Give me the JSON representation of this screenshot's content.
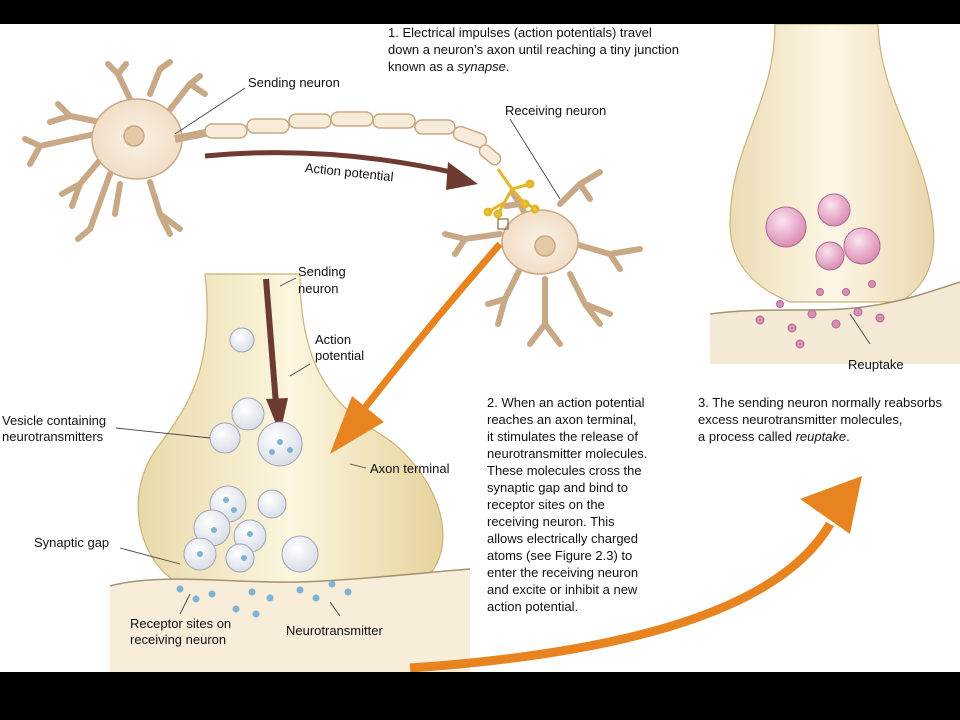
{
  "step1": {
    "lines": [
      "1. Electrical impulses (action potentials) travel",
      "down a neuron’s axon until reaching a tiny junction"
    ],
    "line3_pre": "known as a ",
    "line3_em": "synapse",
    "line3_post": "."
  },
  "step2": {
    "lines": [
      "2. When an action potential",
      "reaches an axon terminal,",
      "it stimulates the release of",
      "neurotransmitter molecules.",
      "These molecules cross the",
      "synaptic gap and bind to",
      "receptor sites on the",
      "receiving neuron. This",
      "allows electrically charged",
      "atoms (see Figure 2.3) to",
      "enter the receiving neuron",
      "and excite or inhibit a new",
      "action potential."
    ]
  },
  "step3": {
    "lines": [
      "3. The sending neuron normally reabsorbs",
      "excess neurotransmitter molecules,"
    ],
    "line3_pre": "a process called ",
    "line3_em": "reuptake",
    "line3_post": "."
  },
  "labels": {
    "sending_neuron_top": "Sending neuron",
    "receiving_neuron": "Receiving neuron",
    "action_potential_top": "Action potential",
    "sending_neuron_mid_1": "Sending",
    "sending_neuron_mid_2": "neuron",
    "action_potential_mid_1": "Action",
    "action_potential_mid_2": "potential",
    "vesicle_1": "Vesicle containing",
    "vesicle_2": "neurotransmitters",
    "axon_terminal": "Axon terminal",
    "synaptic_gap": "Synaptic gap",
    "receptor_sites_1": "Receptor sites on",
    "receptor_sites_2": "receiving neuron",
    "neurotransmitter": "Neurotransmitter",
    "reuptake": "Reuptake"
  },
  "colors": {
    "neuron_fill": "#f6e7d6",
    "neuron_stroke": "#c9a885",
    "terminal_fill": "#f3ecc8",
    "orange_arrow": "#e8841f",
    "brown_arrow": "#6e3b33",
    "vesicle": "#d88fb4",
    "transmitter_blue": "#7fb3d6"
  }
}
